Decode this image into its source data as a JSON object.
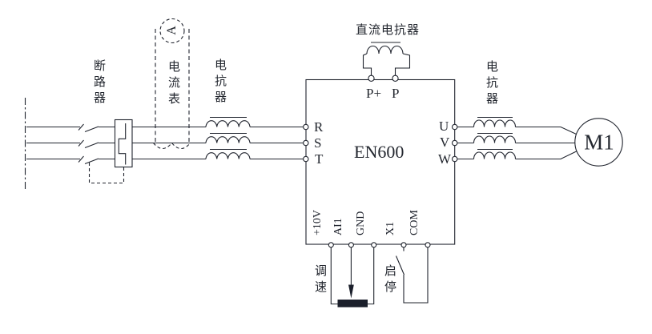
{
  "diagram": {
    "title_hint": "EN600 inverter wiring diagram",
    "labels": {
      "breaker": "断路器",
      "ammeter_meter": "电流表",
      "ammeter_symbol": "A",
      "reactor_input": "电抗器",
      "reactor_output": "电抗器",
      "dc_reactor": "直流电抗器",
      "inverter_model": "EN600",
      "motor": "M1",
      "speed_control": "调速",
      "start_stop": "启停"
    },
    "terminals": {
      "dc": [
        "P+",
        "P"
      ],
      "input": [
        "R",
        "S",
        "T"
      ],
      "output": [
        "U",
        "V",
        "W"
      ],
      "control": [
        "+10V",
        "AI1",
        "GND",
        "X1",
        "COM"
      ]
    },
    "colors": {
      "line": "#20242e",
      "fill_dark": "#1b1f2b",
      "background": "#ffffff"
    }
  }
}
